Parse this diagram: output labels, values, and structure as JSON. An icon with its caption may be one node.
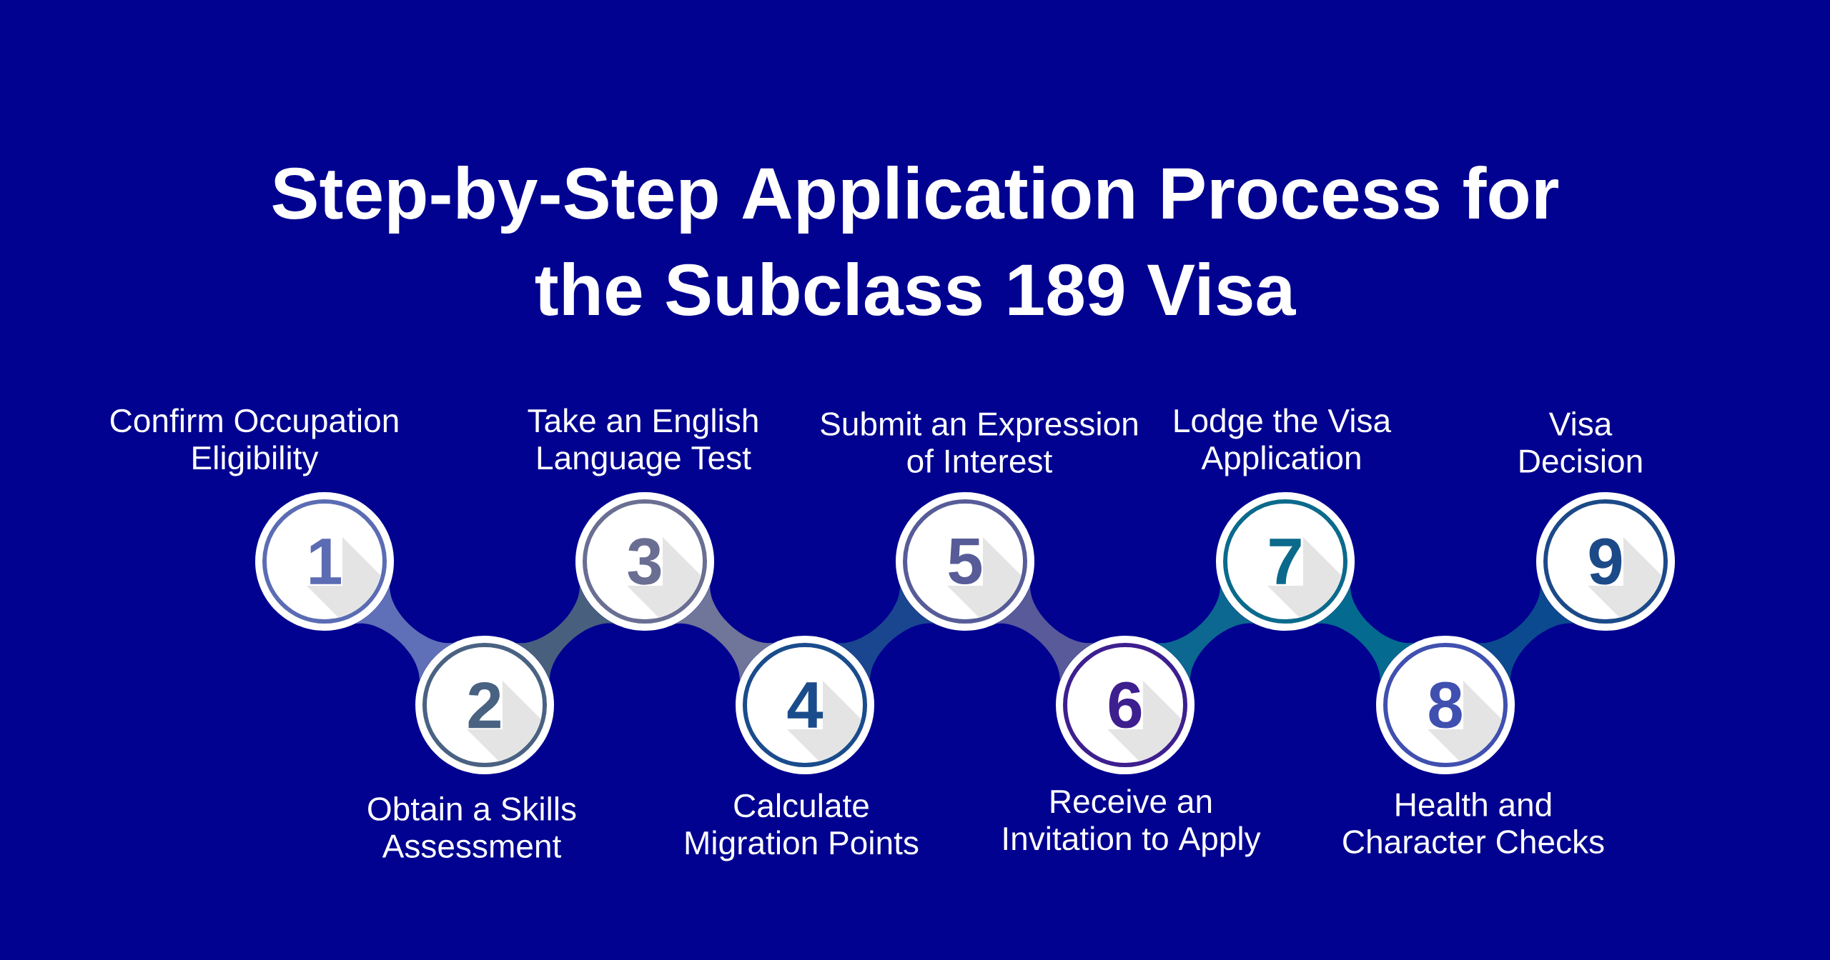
{
  "diagram": {
    "title": "Step-by-Step Application Process for the Subclass 189 Visa",
    "nodes": [
      {
        "text": [
          "1"
        ],
        "beside": [
          "Confirm Occupation Eligibility"
        ]
      },
      {
        "text": [
          "2"
        ],
        "beside": [
          "Obtain a Skills Assessment"
        ]
      },
      {
        "text": [
          "3"
        ],
        "beside": [
          "Take an English Language Test"
        ]
      },
      {
        "text": [
          "4"
        ],
        "beside": [
          "Calculate Migration Points"
        ]
      },
      {
        "text": [
          "5"
        ],
        "beside": [
          "Submit an Expression of Interest"
        ]
      },
      {
        "text": [
          "6"
        ],
        "beside": [
          "Receive an Invitation to Apply"
        ]
      },
      {
        "text": [
          "7"
        ],
        "beside": [
          "Lodge the Visa Application"
        ]
      },
      {
        "text": [
          "8"
        ],
        "beside": [
          "Health and Character Checks"
        ]
      },
      {
        "text": [
          "9"
        ],
        "beside": [
          "Visa Decision"
        ]
      }
    ],
    "edges": [
      {
        "from": 0,
        "to": 1,
        "arrow": "none",
        "color": "#6070b8"
      },
      {
        "from": 1,
        "to": 2,
        "arrow": "none",
        "color": "#48607e"
      },
      {
        "from": 2,
        "to": 3,
        "arrow": "none",
        "color": "#70759a"
      },
      {
        "from": 3,
        "to": 4,
        "arrow": "none",
        "color": "#1a4690"
      },
      {
        "from": 4,
        "to": 5,
        "arrow": "none",
        "color": "#585a9a"
      },
      {
        "from": 5,
        "to": 6,
        "arrow": "none",
        "color": "#0c6890"
      },
      {
        "from": 6,
        "to": 7,
        "arrow": "none",
        "color": "#046a90"
      },
      {
        "from": 7,
        "to": 8,
        "arrow": "none",
        "color": "#0c4a90"
      }
    ]
  }
}
